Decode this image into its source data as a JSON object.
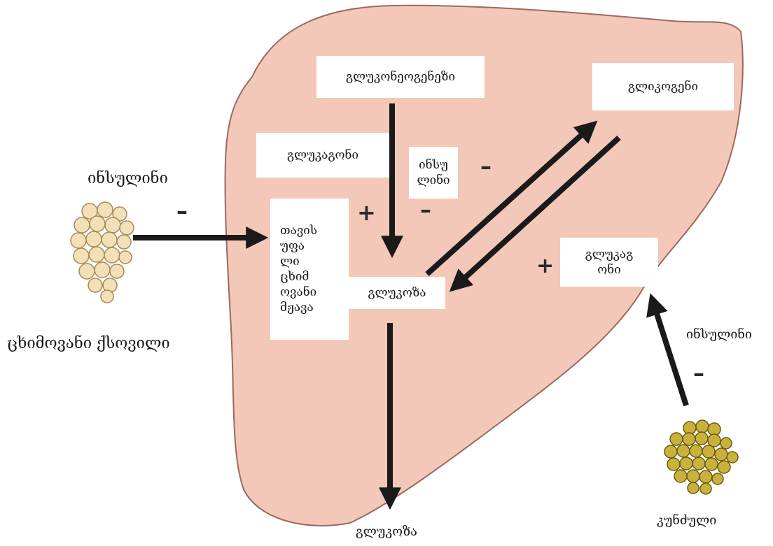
{
  "colors": {
    "liver_fill": "#f3c8b8",
    "liver_stroke": "#9a6a60",
    "arrow": "#1a1a1a",
    "adipose_cell": "#f3dfb8",
    "adipose_stroke": "#a68a54",
    "pancreas_cell": "#c9b23c",
    "pancreas_stroke": "#6b5a10"
  },
  "labels": {
    "insulin_left": "ინსულინი",
    "adipose_tissue": "ცხიმოვანი ქსოვილი",
    "glucose_bottom": "გლუკოზა",
    "insulin_right": "ინსულინი",
    "pancreas": "კუნძული"
  },
  "boxes": {
    "gluconeogenesis": "გლუკონეოგენეზი",
    "glycogen": "გლიკოგენი",
    "glucagon_top": "გლუკაგონი",
    "insulin_mid": "ინსუ\nლინი",
    "free_fatty_acids": "თავის\nუფა\nლი\nცხიმ\nოვანი\nმჟავა",
    "glucose_center": "გლუკოზა",
    "glucagon_right": "გლუკაგ\nონი"
  },
  "signs": {
    "minus_insulin_left": "–",
    "plus_ffa": "+",
    "minus_insulin_mid_right": "–",
    "minus_insulin_mid_below": "–",
    "plus_glucagon_right": "+",
    "minus_insulin_right": "–"
  }
}
